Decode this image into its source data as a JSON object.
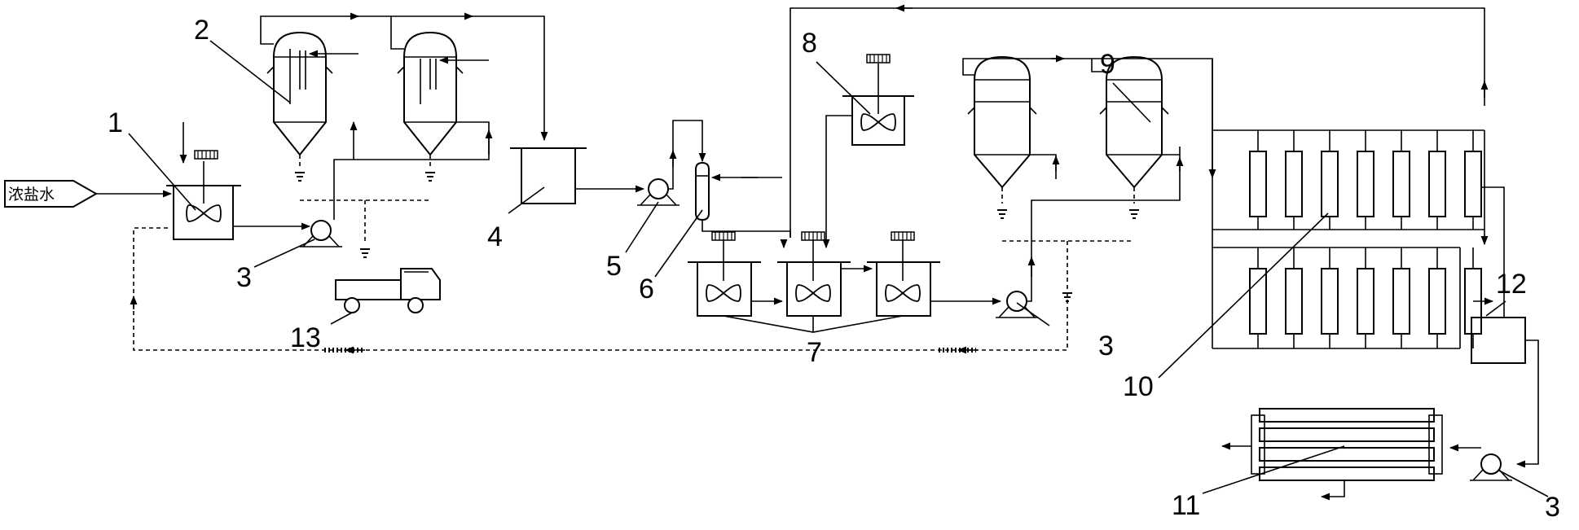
{
  "inlet": {
    "text": "浓盐水"
  },
  "labels": {
    "l1": "1",
    "l2": "2",
    "l3a": "3",
    "l3b": "3",
    "l3c": "3",
    "l4": "4",
    "l5": "5",
    "l6": "6",
    "l7": "7",
    "l8": "8",
    "l9": "9",
    "l10": "10",
    "l11": "11",
    "l12": "12",
    "l13": "13"
  }
}
